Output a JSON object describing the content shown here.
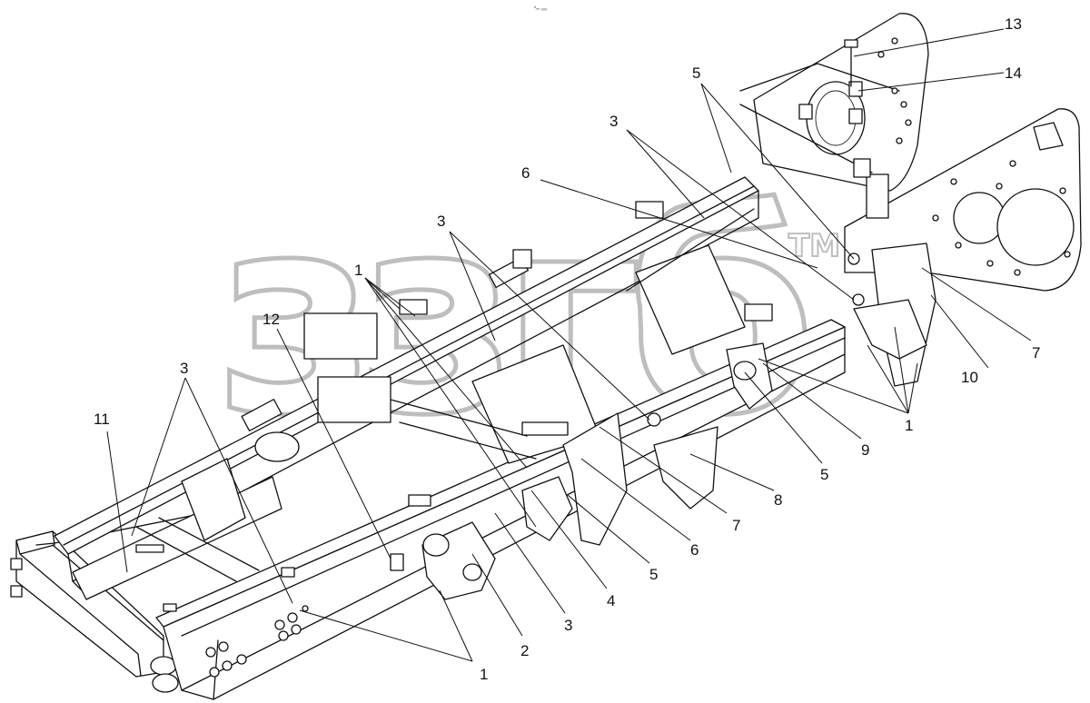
{
  "caption": {
    "top_mark": "ºₘ ₒₒₒ"
  },
  "watermark": {
    "text": "ззгб",
    "trademark": "TM"
  },
  "callouts": [
    {
      "id": "c1a",
      "text": "1"
    },
    {
      "id": "c1b",
      "text": "1"
    },
    {
      "id": "c1c",
      "text": "1"
    },
    {
      "id": "c2",
      "text": "2"
    },
    {
      "id": "c3a",
      "text": "3"
    },
    {
      "id": "c3b",
      "text": "3"
    },
    {
      "id": "c3c",
      "text": "3"
    },
    {
      "id": "c3d",
      "text": "3"
    },
    {
      "id": "c4",
      "text": "4"
    },
    {
      "id": "c5a",
      "text": "5"
    },
    {
      "id": "c5b",
      "text": "5"
    },
    {
      "id": "c5c",
      "text": "5"
    },
    {
      "id": "c6a",
      "text": "6"
    },
    {
      "id": "c6b",
      "text": "6"
    },
    {
      "id": "c7a",
      "text": "7"
    },
    {
      "id": "c7b",
      "text": "7"
    },
    {
      "id": "c8",
      "text": "8"
    },
    {
      "id": "c9",
      "text": "9"
    },
    {
      "id": "c10",
      "text": "10"
    },
    {
      "id": "c11",
      "text": "11"
    },
    {
      "id": "c12",
      "text": "12"
    },
    {
      "id": "c13",
      "text": "13"
    },
    {
      "id": "c14",
      "text": "14"
    }
  ]
}
